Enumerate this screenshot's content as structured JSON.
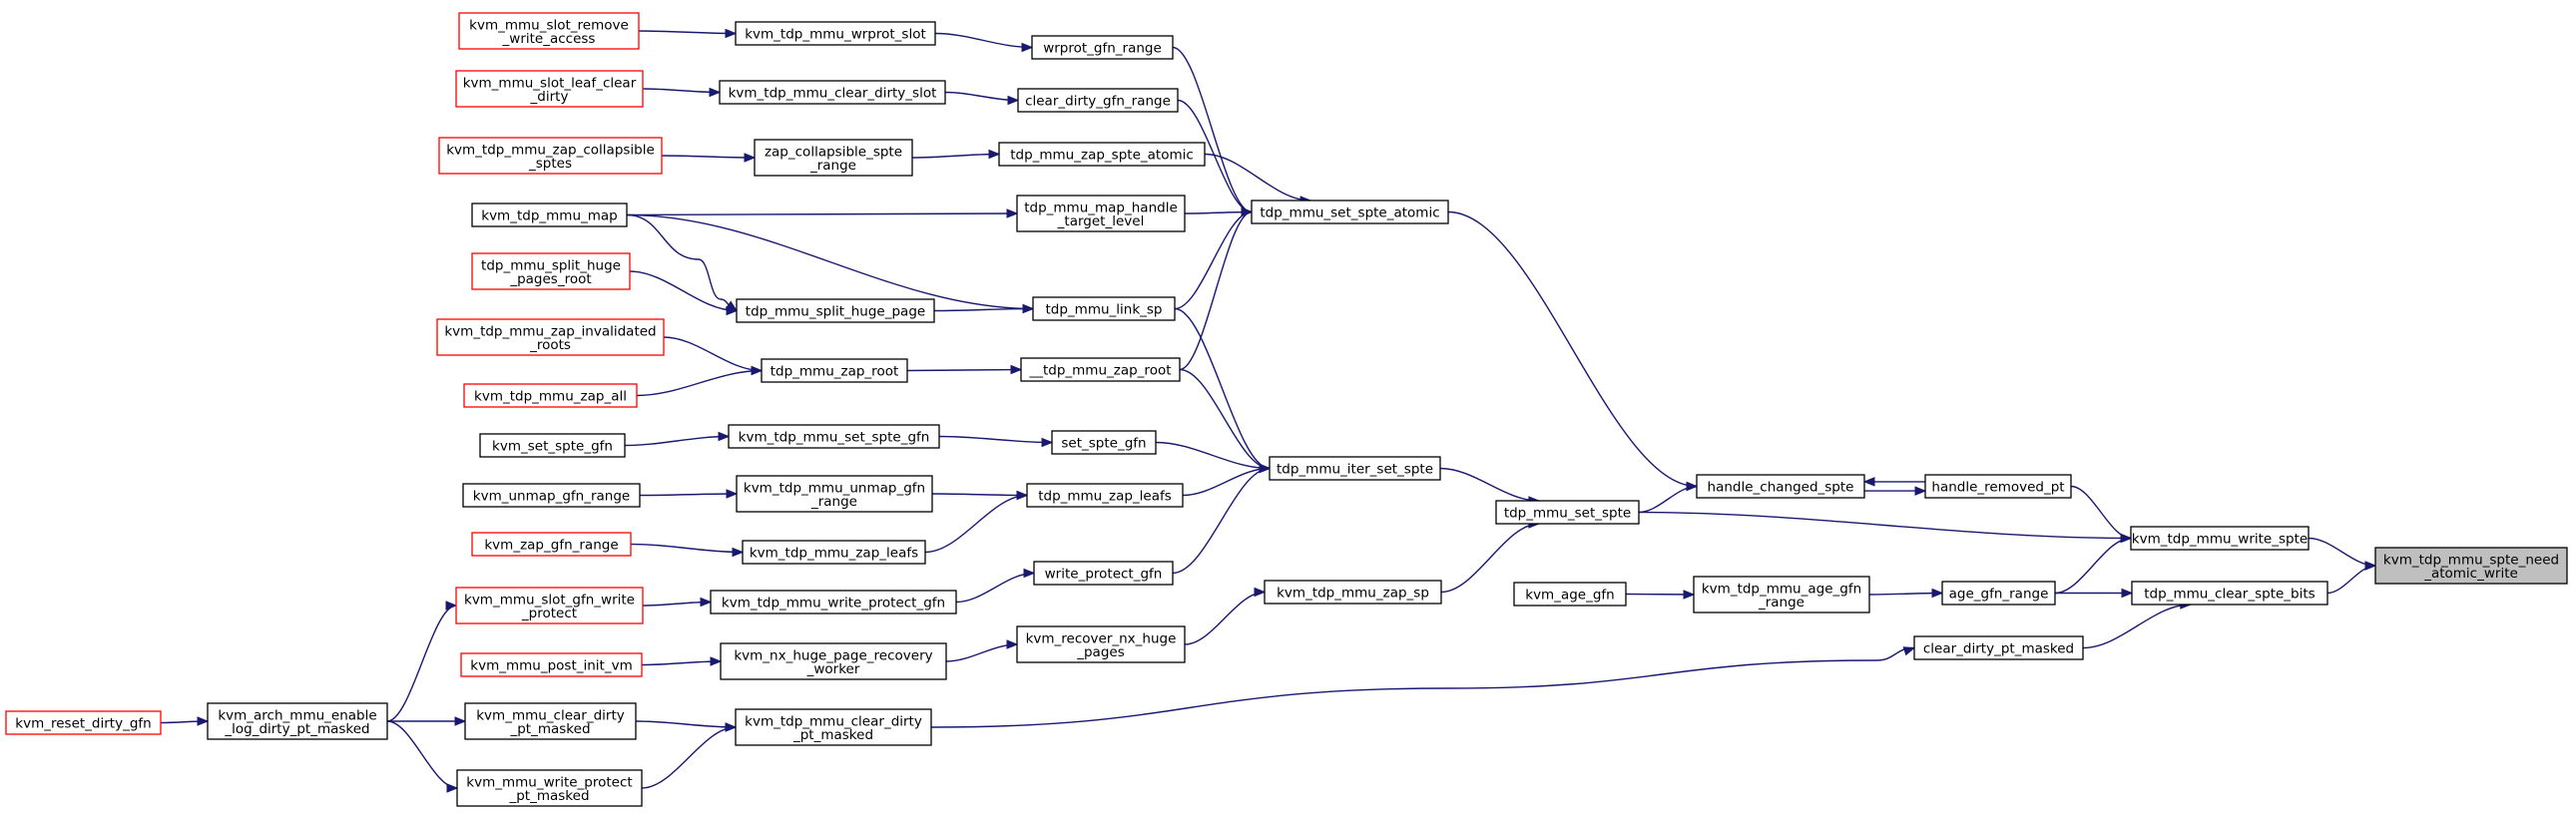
{
  "colors": {
    "edge": "#191970",
    "node_border": "#000000",
    "external_border": "#ff0000",
    "focus_fill": "#bfbfbf"
  },
  "nodes": [
    {
      "id": "n_slot_remove",
      "lines": [
        "kvm_mmu_slot_remove",
        "_write_access"
      ],
      "style": "external"
    },
    {
      "id": "n_wrprot_slot",
      "lines": [
        "kvm_tdp_mmu_wrprot_slot"
      ],
      "style": "normal"
    },
    {
      "id": "n_wrprot_range",
      "lines": [
        "wrprot_gfn_range"
      ],
      "style": "normal"
    },
    {
      "id": "n_leaf_clear",
      "lines": [
        "kvm_mmu_slot_leaf_clear",
        "_dirty"
      ],
      "style": "external"
    },
    {
      "id": "n_clear_dirty_slot",
      "lines": [
        "kvm_tdp_mmu_clear_dirty_slot"
      ],
      "style": "normal"
    },
    {
      "id": "n_clear_dirty_range",
      "lines": [
        "clear_dirty_gfn_range"
      ],
      "style": "normal"
    },
    {
      "id": "n_zap_collapsible",
      "lines": [
        "kvm_tdp_mmu_zap_collapsible",
        "_sptes"
      ],
      "style": "external"
    },
    {
      "id": "n_zap_collapsible_range",
      "lines": [
        "zap_collapsible_spte",
        "_range"
      ],
      "style": "normal"
    },
    {
      "id": "n_zap_spte_atomic",
      "lines": [
        "tdp_mmu_zap_spte_atomic"
      ],
      "style": "normal"
    },
    {
      "id": "n_tdp_map",
      "lines": [
        "kvm_tdp_mmu_map"
      ],
      "style": "normal"
    },
    {
      "id": "n_map_handle",
      "lines": [
        "tdp_mmu_map_handle",
        "_target_level"
      ],
      "style": "normal"
    },
    {
      "id": "n_set_spte_atomic",
      "lines": [
        "tdp_mmu_set_spte_atomic"
      ],
      "style": "normal"
    },
    {
      "id": "n_split_huge_root",
      "lines": [
        "tdp_mmu_split_huge",
        "_pages_root"
      ],
      "style": "external"
    },
    {
      "id": "n_split_huge_page",
      "lines": [
        "tdp_mmu_split_huge_page"
      ],
      "style": "normal"
    },
    {
      "id": "n_link_sp",
      "lines": [
        "tdp_mmu_link_sp"
      ],
      "style": "normal"
    },
    {
      "id": "n_zap_invalidated",
      "lines": [
        "kvm_tdp_mmu_zap_invalidated",
        "_roots"
      ],
      "style": "external"
    },
    {
      "id": "n_zap_root",
      "lines": [
        "tdp_mmu_zap_root"
      ],
      "style": "normal"
    },
    {
      "id": "n___zap_root",
      "lines": [
        "__tdp_mmu_zap_root"
      ],
      "style": "normal"
    },
    {
      "id": "n_zap_all",
      "lines": [
        "kvm_tdp_mmu_zap_all"
      ],
      "style": "external"
    },
    {
      "id": "n_set_spte_gfn_top",
      "lines": [
        "kvm_set_spte_gfn"
      ],
      "style": "normal"
    },
    {
      "id": "n_tdp_set_spte_gfn",
      "lines": [
        "kvm_tdp_mmu_set_spte_gfn"
      ],
      "style": "normal"
    },
    {
      "id": "n_set_spte_gfn",
      "lines": [
        "set_spte_gfn"
      ],
      "style": "normal"
    },
    {
      "id": "n_iter_set_spte",
      "lines": [
        "tdp_mmu_iter_set_spte"
      ],
      "style": "normal"
    },
    {
      "id": "n_unmap_range",
      "lines": [
        "kvm_unmap_gfn_range"
      ],
      "style": "normal"
    },
    {
      "id": "n_tdp_unmap_range",
      "lines": [
        "kvm_tdp_mmu_unmap_gfn",
        "_range"
      ],
      "style": "normal"
    },
    {
      "id": "n_zap_leafs",
      "lines": [
        "tdp_mmu_zap_leafs"
      ],
      "style": "normal"
    },
    {
      "id": "n_zap_gfn_range",
      "lines": [
        "kvm_zap_gfn_range"
      ],
      "style": "external"
    },
    {
      "id": "n_tdp_zap_leafs",
      "lines": [
        "kvm_tdp_mmu_zap_leafs"
      ],
      "style": "normal"
    },
    {
      "id": "n_slot_gfn_wp",
      "lines": [
        "kvm_mmu_slot_gfn_write",
        "_protect"
      ],
      "style": "external"
    },
    {
      "id": "n_tdp_write_protect_gfn",
      "lines": [
        "kvm_tdp_mmu_write_protect_gfn"
      ],
      "style": "normal"
    },
    {
      "id": "n_write_protect_gfn",
      "lines": [
        "write_protect_gfn"
      ],
      "style": "normal"
    },
    {
      "id": "n_zap_sp",
      "lines": [
        "kvm_tdp_mmu_zap_sp"
      ],
      "style": "normal"
    },
    {
      "id": "n_set_spte",
      "lines": [
        "tdp_mmu_set_spte"
      ],
      "style": "normal"
    },
    {
      "id": "n_handle_changed",
      "lines": [
        "handle_changed_spte"
      ],
      "style": "normal"
    },
    {
      "id": "n_handle_removed",
      "lines": [
        "handle_removed_pt"
      ],
      "style": "normal"
    },
    {
      "id": "n_write_spte",
      "lines": [
        "kvm_tdp_mmu_write_spte"
      ],
      "style": "normal"
    },
    {
      "id": "n_need_atomic",
      "lines": [
        "kvm_tdp_mmu_spte_need",
        "_atomic_write"
      ],
      "style": "focus"
    },
    {
      "id": "n_age_gfn",
      "lines": [
        "kvm_age_gfn"
      ],
      "style": "normal"
    },
    {
      "id": "n_tdp_age_range",
      "lines": [
        "kvm_tdp_mmu_age_gfn",
        "_range"
      ],
      "style": "normal"
    },
    {
      "id": "n_age_range",
      "lines": [
        "age_gfn_range"
      ],
      "style": "normal"
    },
    {
      "id": "n_clear_spte_bits",
      "lines": [
        "tdp_mmu_clear_spte_bits"
      ],
      "style": "normal"
    },
    {
      "id": "n_nx_worker",
      "lines": [
        "kvm_nx_huge_page_recovery",
        "_worker"
      ],
      "style": "normal"
    },
    {
      "id": "n_recover_nx",
      "lines": [
        "kvm_recover_nx_huge",
        "_pages"
      ],
      "style": "normal"
    },
    {
      "id": "n_post_init",
      "lines": [
        "kvm_mmu_post_init_vm"
      ],
      "style": "external"
    },
    {
      "id": "n_clear_dirty_pt",
      "lines": [
        "clear_dirty_pt_masked"
      ],
      "style": "normal"
    },
    {
      "id": "n_reset_dirty",
      "lines": [
        "kvm_reset_dirty_gfn"
      ],
      "style": "external"
    },
    {
      "id": "n_arch_enable_log",
      "lines": [
        "kvm_arch_mmu_enable",
        "_log_dirty_pt_masked"
      ],
      "style": "normal"
    },
    {
      "id": "n_mmu_clear_dirty_pt",
      "lines": [
        "kvm_mmu_clear_dirty",
        "_pt_masked"
      ],
      "style": "normal"
    },
    {
      "id": "n_tdp_clear_dirty_pt",
      "lines": [
        "kvm_tdp_mmu_clear_dirty",
        "_pt_masked"
      ],
      "style": "normal"
    },
    {
      "id": "n_mmu_write_protect_pt",
      "lines": [
        "kvm_mmu_write_protect",
        "_pt_masked"
      ],
      "style": "normal"
    }
  ],
  "edges": [
    {
      "from": "n_slot_remove",
      "to": "n_wrprot_slot"
    },
    {
      "from": "n_wrprot_slot",
      "to": "n_wrprot_range"
    },
    {
      "from": "n_wrprot_range",
      "to": "n_set_spte_atomic"
    },
    {
      "from": "n_leaf_clear",
      "to": "n_clear_dirty_slot"
    },
    {
      "from": "n_clear_dirty_slot",
      "to": "n_clear_dirty_range"
    },
    {
      "from": "n_clear_dirty_range",
      "to": "n_set_spte_atomic"
    },
    {
      "from": "n_zap_collapsible",
      "to": "n_zap_collapsible_range"
    },
    {
      "from": "n_zap_collapsible_range",
      "to": "n_zap_spte_atomic"
    },
    {
      "from": "n_zap_spte_atomic",
      "to": "n_set_spte_atomic"
    },
    {
      "from": "n_tdp_map",
      "to": "n_map_handle"
    },
    {
      "from": "n_map_handle",
      "to": "n_set_spte_atomic"
    },
    {
      "from": "n_tdp_map",
      "to": "n_link_sp"
    },
    {
      "from": "n_tdp_map",
      "to": "n_split_huge_page"
    },
    {
      "from": "n_split_huge_root",
      "to": "n_split_huge_page"
    },
    {
      "from": "n_split_huge_page",
      "to": "n_link_sp"
    },
    {
      "from": "n_link_sp",
      "to": "n_set_spte_atomic"
    },
    {
      "from": "n_link_sp",
      "to": "n_iter_set_spte"
    },
    {
      "from": "n_zap_invalidated",
      "to": "n_zap_root"
    },
    {
      "from": "n_zap_all",
      "to": "n_zap_root"
    },
    {
      "from": "n_zap_root",
      "to": "n___zap_root"
    },
    {
      "from": "n___zap_root",
      "to": "n_set_spte_atomic"
    },
    {
      "from": "n___zap_root",
      "to": "n_iter_set_spte"
    },
    {
      "from": "n_set_spte_gfn_top",
      "to": "n_tdp_set_spte_gfn"
    },
    {
      "from": "n_tdp_set_spte_gfn",
      "to": "n_set_spte_gfn"
    },
    {
      "from": "n_set_spte_gfn",
      "to": "n_iter_set_spte"
    },
    {
      "from": "n_unmap_range",
      "to": "n_tdp_unmap_range"
    },
    {
      "from": "n_tdp_unmap_range",
      "to": "n_zap_leafs"
    },
    {
      "from": "n_zap_gfn_range",
      "to": "n_tdp_zap_leafs"
    },
    {
      "from": "n_tdp_zap_leafs",
      "to": "n_zap_leafs"
    },
    {
      "from": "n_zap_leafs",
      "to": "n_iter_set_spte"
    },
    {
      "from": "n_slot_gfn_wp",
      "to": "n_tdp_write_protect_gfn"
    },
    {
      "from": "n_tdp_write_protect_gfn",
      "to": "n_write_protect_gfn"
    },
    {
      "from": "n_write_protect_gfn",
      "to": "n_iter_set_spte"
    },
    {
      "from": "n_iter_set_spte",
      "to": "n_set_spte"
    },
    {
      "from": "n_zap_sp",
      "to": "n_set_spte"
    },
    {
      "from": "n_nx_worker",
      "to": "n_recover_nx"
    },
    {
      "from": "n_recover_nx",
      "to": "n_zap_sp"
    },
    {
      "from": "n_post_init",
      "to": "n_nx_worker"
    },
    {
      "from": "n_set_spte_atomic",
      "to": "n_handle_changed"
    },
    {
      "from": "n_set_spte",
      "to": "n_handle_changed"
    },
    {
      "from": "n_set_spte",
      "to": "n_write_spte"
    },
    {
      "from": "n_handle_changed",
      "to": "n_handle_removed"
    },
    {
      "from": "n_handle_removed",
      "to": "n_handle_changed"
    },
    {
      "from": "n_handle_removed",
      "to": "n_write_spte"
    },
    {
      "from": "n_write_spte",
      "to": "n_need_atomic"
    },
    {
      "from": "n_clear_spte_bits",
      "to": "n_need_atomic"
    },
    {
      "from": "n_age_range",
      "to": "n_write_spte"
    },
    {
      "from": "n_age_range",
      "to": "n_clear_spte_bits"
    },
    {
      "from": "n_age_gfn",
      "to": "n_tdp_age_range"
    },
    {
      "from": "n_tdp_age_range",
      "to": "n_age_range"
    },
    {
      "from": "n_clear_dirty_pt",
      "to": "n_clear_spte_bits"
    },
    {
      "from": "n_tdp_clear_dirty_pt",
      "to": "n_clear_dirty_pt"
    },
    {
      "from": "n_reset_dirty",
      "to": "n_arch_enable_log"
    },
    {
      "from": "n_arch_enable_log",
      "to": "n_slot_gfn_wp"
    },
    {
      "from": "n_arch_enable_log",
      "to": "n_mmu_clear_dirty_pt"
    },
    {
      "from": "n_arch_enable_log",
      "to": "n_mmu_write_protect_pt"
    },
    {
      "from": "n_mmu_clear_dirty_pt",
      "to": "n_tdp_clear_dirty_pt"
    },
    {
      "from": "n_mmu_write_protect_pt",
      "to": "n_tdp_clear_dirty_pt"
    }
  ]
}
